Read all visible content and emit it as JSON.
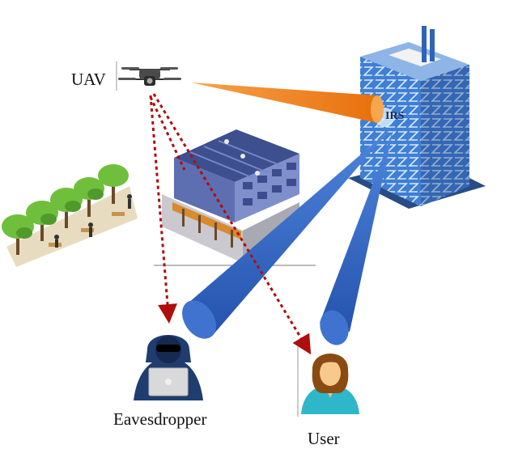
{
  "labels": {
    "uav": "UAV",
    "irs": "IRS",
    "eavesdropper": "Eavesdropper",
    "user": "User"
  },
  "colors": {
    "uav_beam": "#f07d14",
    "irs_beams": "#2f63c4",
    "eavesdropping_link": "#b00d0d",
    "building_glass": "#3f7fd4",
    "warehouse_roof": "#3d4f8f",
    "trees": "#6fbf3c",
    "hacker": "#1f3d6e",
    "user_shirt": "#2eb7c8"
  },
  "icons": [
    "uav-icon",
    "irs-building-icon",
    "warehouse-icon",
    "park-trees-icon",
    "eavesdropper-icon",
    "user-icon"
  ]
}
